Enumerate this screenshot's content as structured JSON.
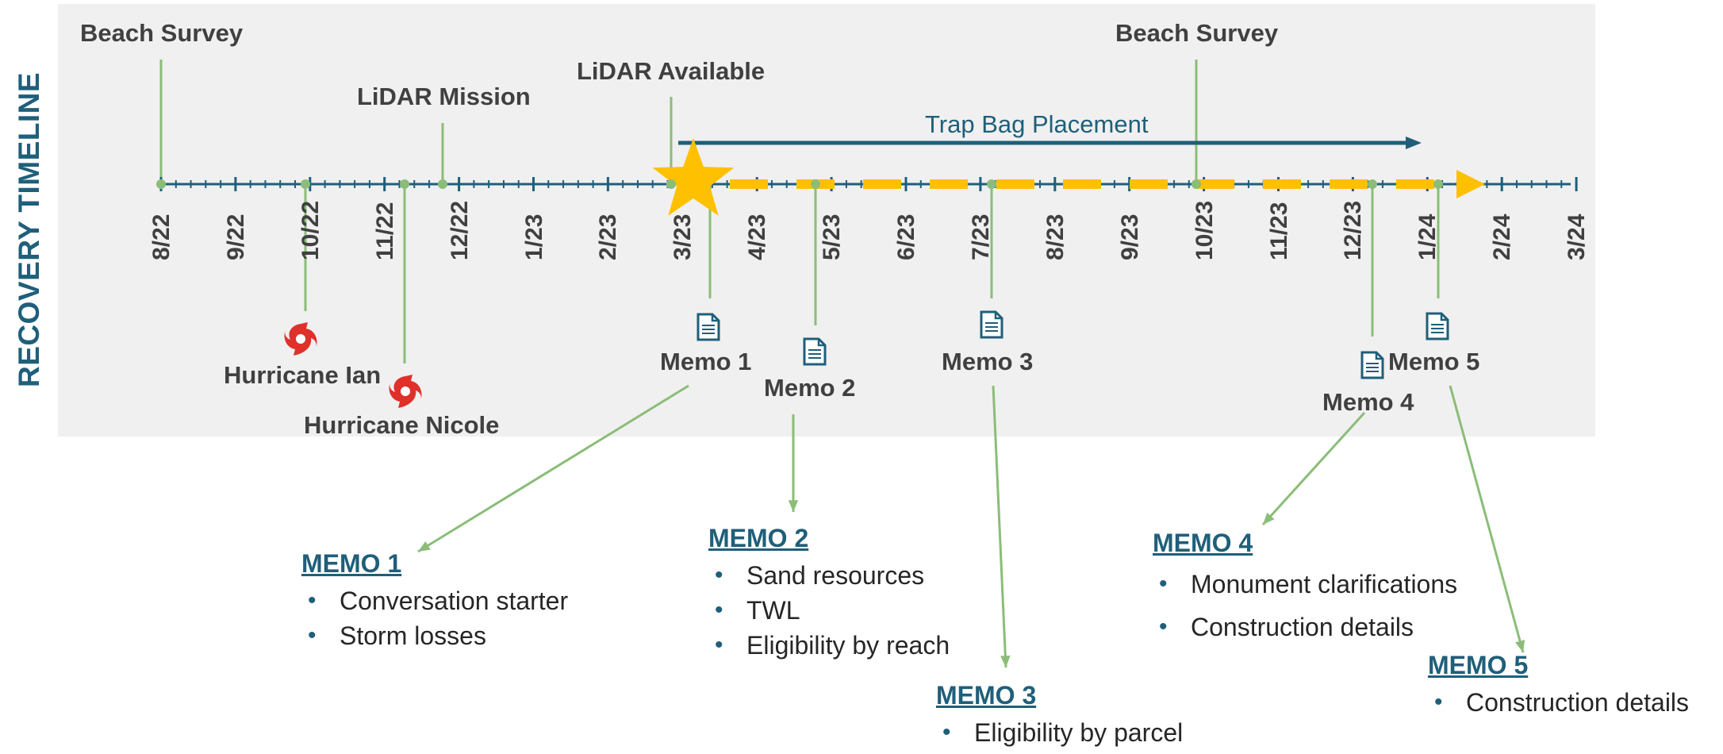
{
  "side_title": "RECOVERY TIMELINE",
  "ticks": [
    "8/22",
    "9/22",
    "10/22",
    "11/22",
    "12/22",
    "1/23",
    "2/23",
    "3/23",
    "4/23",
    "5/23",
    "6/23",
    "7/23",
    "8/23",
    "9/23",
    "10/23",
    "11/23",
    "12/23",
    "1/24",
    "2/24",
    "3/24"
  ],
  "events_above": {
    "beach_survey_1": "Beach Survey",
    "lidar_mission": "LiDAR Mission",
    "lidar_available": "LiDAR Available",
    "beach_survey_2": "Beach Survey",
    "trap_bag": "Trap Bag Placement"
  },
  "events_below": {
    "hurricane_ian": "Hurricane Ian",
    "hurricane_nicole": "Hurricane Nicole",
    "memo1": "Memo 1",
    "memo2": "Memo 2",
    "memo3": "Memo 3",
    "memo4": "Memo 4",
    "memo5": "Memo 5"
  },
  "memos": {
    "memo1": {
      "title": "MEMO 1",
      "items": [
        "Conversation starter",
        "Storm losses"
      ]
    },
    "memo2": {
      "title": "MEMO 2",
      "items": [
        "Sand resources",
        "TWL",
        "Eligibility by reach"
      ]
    },
    "memo3": {
      "title": "MEMO 3",
      "items": [
        "Eligibility by parcel"
      ]
    },
    "memo4": {
      "title": "MEMO 4",
      "items": [
        "Monument clarifications",
        "Construction details"
      ]
    },
    "memo5": {
      "title": "MEMO 5",
      "items": [
        "Construction details"
      ]
    }
  },
  "colors": {
    "axis": "#1f5f7a",
    "leader": "#8bbd78",
    "construction_dash": "#ffc000",
    "star": "#ffc000",
    "hurricane": "#e0302a",
    "panel": "#f0f0f0"
  }
}
